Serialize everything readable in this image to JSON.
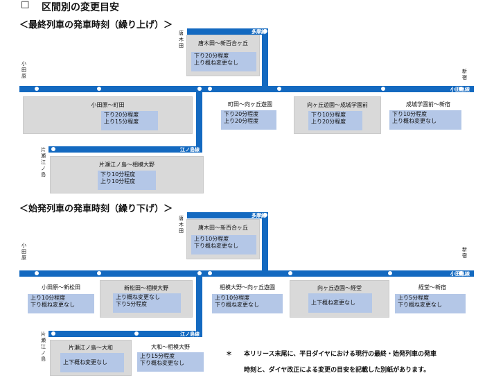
{
  "header": {
    "checkbox": "☐",
    "title": "区間別の変更目安"
  },
  "lines": {
    "tama": "多摩線",
    "odakyu": "小田急線",
    "enoshima": "江ノ島線"
  },
  "stations": {
    "karakida": "唐木田",
    "odawara": "小田原",
    "shinjuku": "新宿",
    "katase": "片瀬江ノ島"
  },
  "last_train": {
    "title": "＜最終列車の発車時刻（繰り上げ）＞",
    "segments": [
      {
        "title": "唐木田～新百合ヶ丘",
        "rows": [
          {
            "dir": "下り",
            "text": "20分程度"
          },
          {
            "dir": "上り",
            "text": "概ね変更なし"
          }
        ]
      },
      {
        "title": "小田原～町田",
        "rows": [
          {
            "dir": "下り",
            "text": "20分程度"
          },
          {
            "dir": "上り",
            "text": "15分程度"
          }
        ]
      },
      {
        "title": "町田～向ヶ丘遊園",
        "rows": [
          {
            "dir": "下り",
            "text": "20分程度"
          },
          {
            "dir": "上り",
            "text": "20分程度"
          }
        ]
      },
      {
        "title": "向ヶ丘遊園～成城学園前",
        "rows": [
          {
            "dir": "下り",
            "text": "10分程度"
          },
          {
            "dir": "上り",
            "text": "20分程度"
          }
        ]
      },
      {
        "title": "成城学園前～新宿",
        "rows": [
          {
            "dir": "下り",
            "text": "10分程度"
          },
          {
            "dir": "上り",
            "text": "概ね変更なし"
          }
        ]
      },
      {
        "title": "片瀬江ノ島～相模大野",
        "rows": [
          {
            "dir": "下り",
            "text": "10分程度"
          },
          {
            "dir": "上り",
            "text": "10分程度"
          }
        ]
      }
    ]
  },
  "first_train": {
    "title": "＜始発列車の発車時刻（繰り下げ）＞",
    "segments": [
      {
        "title": "唐木田～新百合ヶ丘",
        "rows": [
          {
            "dir": "上り",
            "text": "10分程度"
          },
          {
            "dir": "下り",
            "text": "概ね変更なし"
          }
        ]
      },
      {
        "title": "小田原～新松田",
        "rows": [
          {
            "dir": "上り",
            "text": "10分程度"
          },
          {
            "dir": "下り",
            "text": "概ね変更なし"
          }
        ]
      },
      {
        "title": "新松田～相模大野",
        "rows": [
          {
            "dir": "上り",
            "text": "概ね変更なし"
          },
          {
            "dir": "下り",
            "text": "5分程度"
          }
        ]
      },
      {
        "title": "相模大野～向ヶ丘遊園",
        "rows": [
          {
            "dir": "上り",
            "text": "10分程度"
          },
          {
            "dir": "下り",
            "text": "概ね変更なし"
          }
        ]
      },
      {
        "title": "向ヶ丘遊園～経堂",
        "rows": [
          {
            "dir": "上下",
            "text": "概ね変更なし"
          }
        ]
      },
      {
        "title": "経堂～新宿",
        "rows": [
          {
            "dir": "上り",
            "text": "5分程度"
          },
          {
            "dir": "下り",
            "text": "概ね変更なし"
          }
        ]
      },
      {
        "title": "片瀬江ノ島～大和",
        "rows": [
          {
            "dir": "上下",
            "text": "概ね変更なし"
          }
        ]
      },
      {
        "title": "大和～相模大野",
        "rows": [
          {
            "dir": "上り",
            "text": "15分程度"
          },
          {
            "dir": "下り",
            "text": "概ね変更なし"
          }
        ]
      }
    ]
  },
  "note": {
    "mark": "＊",
    "line1": "本リリース末尾に、平日ダイヤにおける現行の最終・始発列車の発車",
    "line2": "時刻と、ダイヤ改正による変更の目安を記載した別紙があります。"
  }
}
